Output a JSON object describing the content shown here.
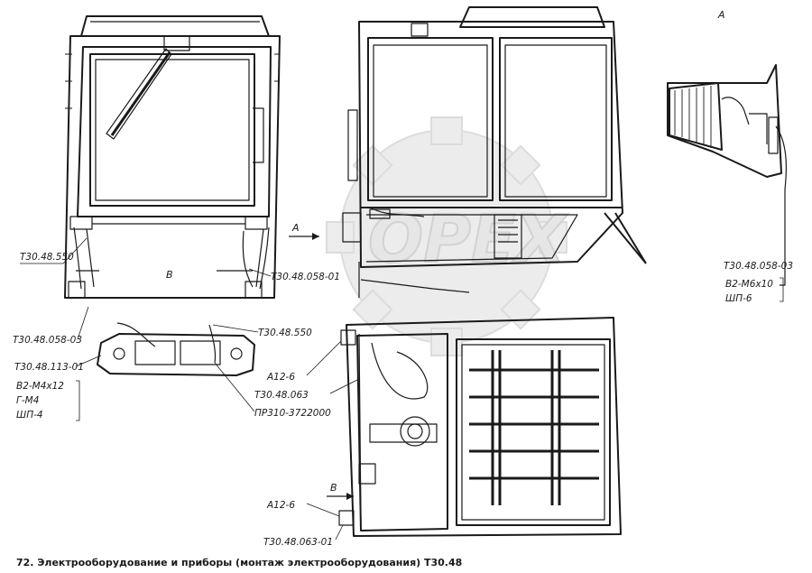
{
  "watermark": "OPEX",
  "caption": "72. Электрооборудование и приборы (монтаж электрооборудования)  Т30.48",
  "view_labels": {
    "A": "A",
    "B": "B"
  },
  "labels": {
    "t30_48_550_left": "Т30.48.550",
    "t30_48_058_01": "Т30.48.058-01",
    "t30_48_058_03_left": "Т30.48.058-03",
    "t30_48_550_mid": "Т30.48.550",
    "t30_48_113_01": "Т30.48.113-01",
    "a12_6_top": "А12-6",
    "t30_48_063": "Т30.48.063",
    "pr310": "ПР310-3722000",
    "a12_6_bottom": "А12-6",
    "t30_48_063_01": "Т30.48.063-01",
    "t30_48_058_03_right": "Т30.48.058-03"
  },
  "fastener_groups": {
    "left": [
      "В2-М4х12",
      "Г-М4",
      "ШП-4"
    ],
    "right": [
      "В2-М6х10",
      "ШП-6"
    ]
  }
}
